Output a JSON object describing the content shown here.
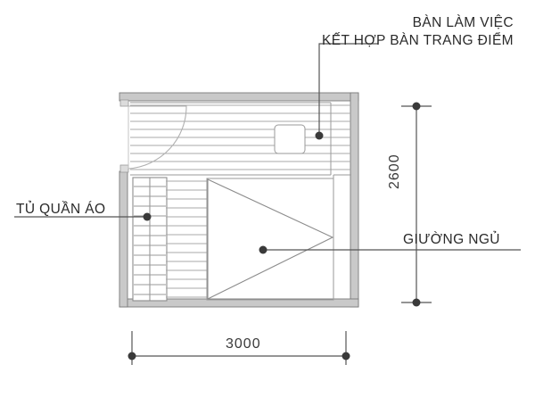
{
  "document": {
    "type": "architectural-floor-plan",
    "title": "Bedroom Floor Plan",
    "background_color": "#ffffff"
  },
  "labels": {
    "desk": {
      "line1": "BÀN LÀM VIỆC",
      "line2": "KẾT HỢP BÀN TRANG ĐIỂM"
    },
    "wardrobe": "TỦ QUẦN ÁO",
    "bed": "GIƯỜNG NGỦ"
  },
  "dimensions": {
    "width": "3000",
    "height": "2600",
    "unit": "mm"
  },
  "colors": {
    "wall_fill": "#c9c9c9",
    "wall_stroke": "#7a7a7a",
    "hatch_line": "#a8a8a8",
    "furniture_stroke": "#8c8c8c",
    "leader_line": "#555555",
    "dot": "#3a3a3a",
    "text": "#2a2a2a"
  },
  "rooms": [
    {
      "name": "bedroom",
      "width_mm": 3000,
      "height_mm": 2600
    }
  ],
  "furniture": [
    {
      "name": "wardrobe",
      "label_key": "wardrobe"
    },
    {
      "name": "bed",
      "label_key": "bed"
    },
    {
      "name": "desk-vanity",
      "label_key": "desk"
    },
    {
      "name": "stool",
      "label_key": null
    }
  ],
  "openings": [
    {
      "name": "door",
      "type": "swing",
      "location": "left-wall-upper"
    }
  ]
}
